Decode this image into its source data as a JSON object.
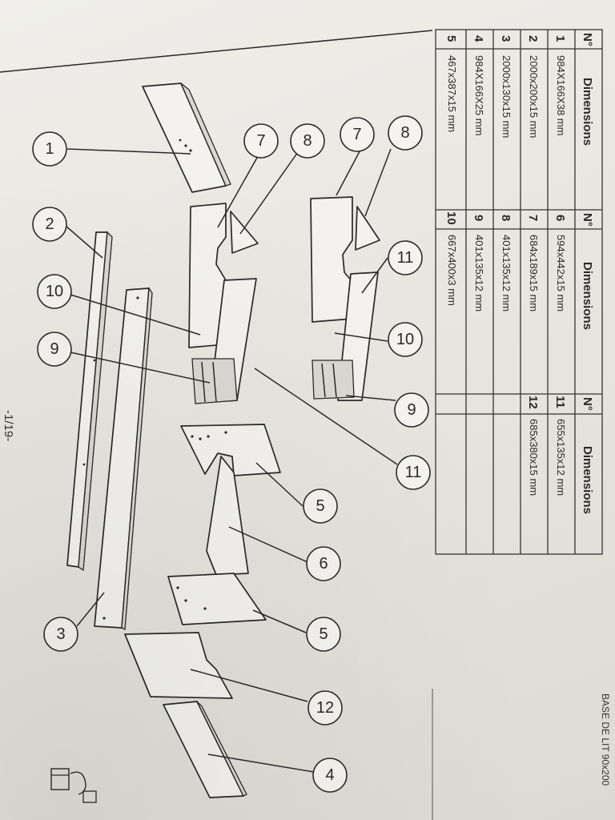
{
  "page_number": "-1/19-",
  "product_title": "BASE DE LIT 90x200",
  "table": {
    "headers": {
      "no": "N°",
      "dimensions": "Dimensions"
    },
    "rows": [
      {
        "no": "1",
        "dim": "984X166X38 mm"
      },
      {
        "no": "2",
        "dim": "2000x200x15 mm"
      },
      {
        "no": "3",
        "dim": "2000x130x15 mm"
      },
      {
        "no": "4",
        "dim": "984X166X25 mm"
      },
      {
        "no": "5",
        "dim": "467x387x15 mm"
      },
      {
        "no": "6",
        "dim": "594x442x15 mm"
      },
      {
        "no": "7",
        "dim": "684x189x15 mm"
      },
      {
        "no": "8",
        "dim": "401x135x12 mm"
      },
      {
        "no": "9",
        "dim": "401x135x12 mm"
      },
      {
        "no": "10",
        "dim": "667x400x3 mm"
      },
      {
        "no": "11",
        "dim": "655x135x12 mm"
      },
      {
        "no": "12",
        "dim": "685x380x15 mm"
      }
    ]
  },
  "callouts": [
    "1",
    "2",
    "3",
    "4",
    "5",
    "5",
    "6",
    "7",
    "7",
    "8",
    "8",
    "9",
    "9",
    "10",
    "10",
    "11",
    "11",
    "12"
  ],
  "colors": {
    "ink": "#2a2a2a",
    "paper": "#f3f2ee"
  }
}
